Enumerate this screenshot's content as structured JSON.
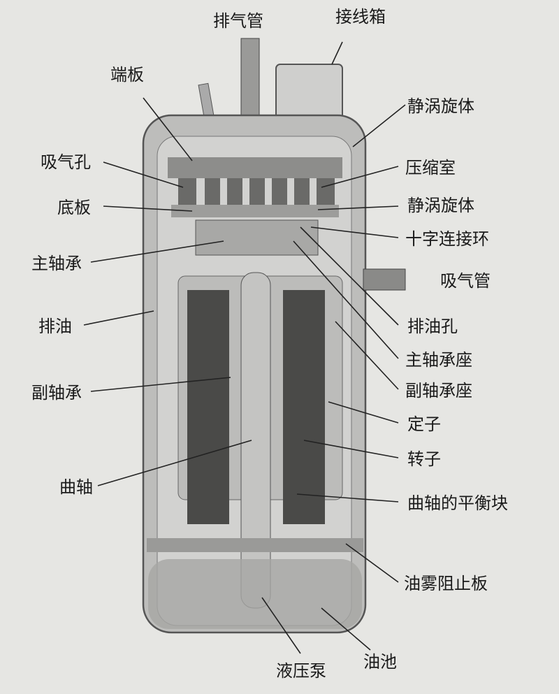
{
  "title": "涡旋式压缩机结构",
  "labels": {
    "exhaust_pipe": "排气管",
    "junction_box": "接线箱",
    "end_plate": "端板",
    "suction_hole": "吸气孔",
    "base_plate": "底板",
    "main_bearing": "主轴承",
    "oil_drain": "排油",
    "aux_bearing": "副轴承",
    "crankshaft": "曲轴",
    "fixed_scroll_top": "静涡旋体",
    "compression_chamber": "压缩室",
    "fixed_scroll_2": "静涡旋体",
    "oldham_ring": "十字连接环",
    "suction_pipe": "吸气管",
    "oil_drain_hole": "排油孔",
    "main_bearing_seat": "主轴承座",
    "aux_bearing_seat": "副轴承座",
    "stator": "定子",
    "rotor": "转子",
    "counterweight": "曲轴的平衡块",
    "oil_mist_plate": "油雾阻止板",
    "hydraulic_pump": "液压泵",
    "oil_pool": "油池"
  },
  "colors": {
    "background": "#e6e6e3",
    "shell": "#b9b9b7",
    "dark": "#4a4a4a",
    "text": "#1a1a1a"
  }
}
